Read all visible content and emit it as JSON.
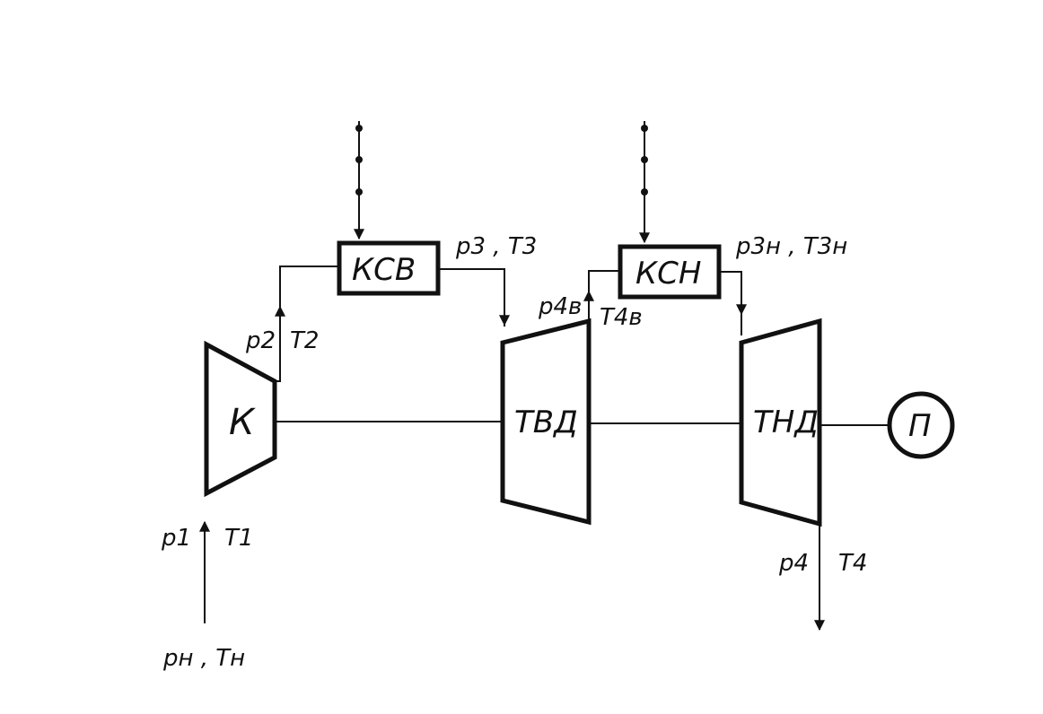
{
  "components": {
    "compressor": "К",
    "combustor_high": "КСВ",
    "combustor_low": "КСН",
    "turbine_high": "ТВД",
    "turbine_low": "ТНД",
    "consumer": "П"
  },
  "labels": {
    "ambient": "pн , Tн",
    "p1": "p1",
    "t1": "T1",
    "p2": "p2",
    "t2": "T2",
    "p3": "p3 , T3",
    "p4v": "p4в",
    "t4v": "T4в",
    "p3n": "p3н , T3н",
    "p4": "p4",
    "t4": "T4"
  }
}
